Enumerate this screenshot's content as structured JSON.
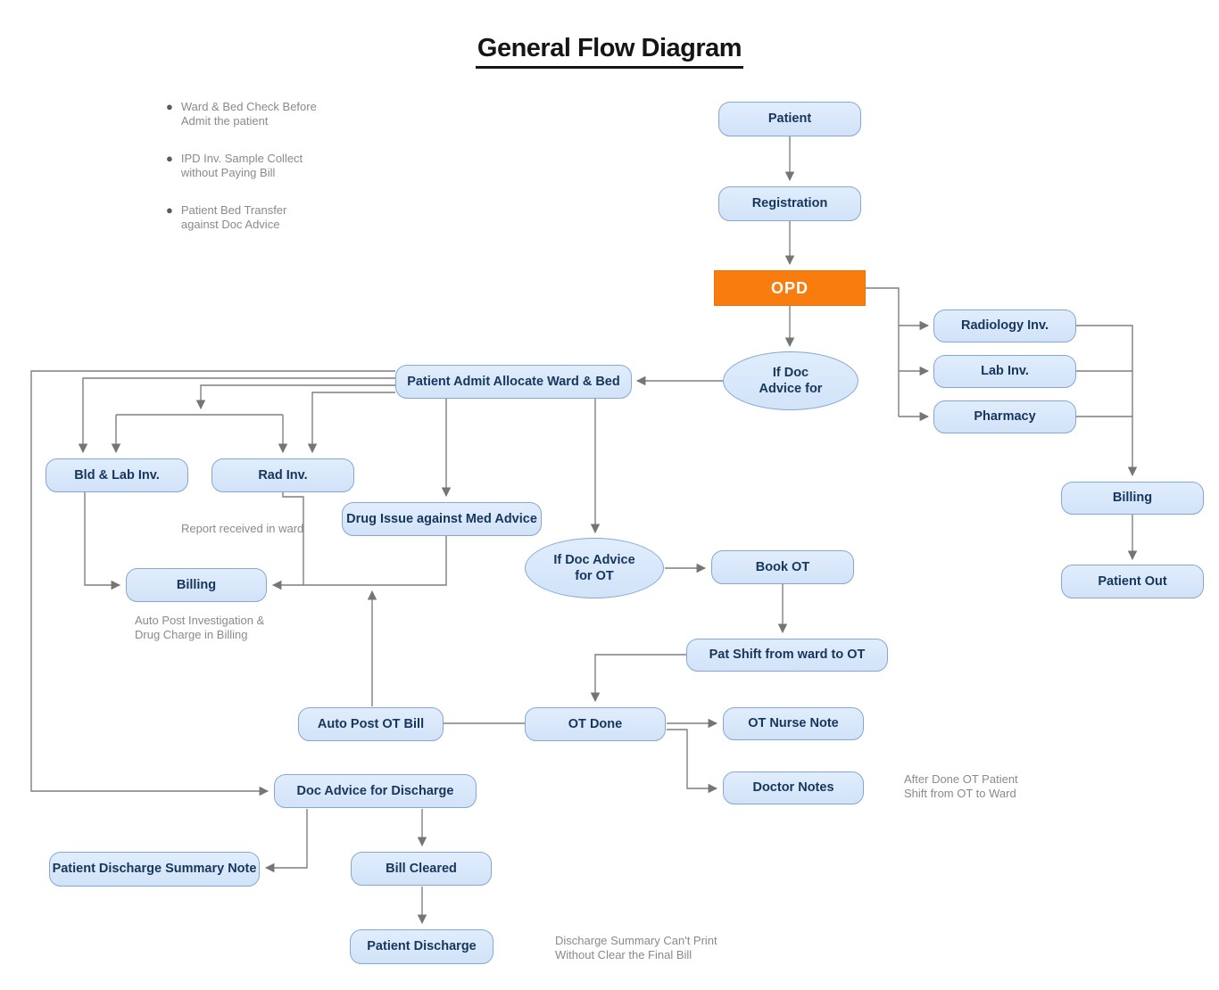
{
  "title": "General Flow Diagram",
  "bullets": [
    "Ward & Bed Check Before\nAdmit the patient",
    "IPD Inv. Sample Collect\nwithout Paying Bill",
    "Patient Bed Transfer\nagainst Doc Advice"
  ],
  "nodes": {
    "patient": "Patient",
    "registration": "Registration",
    "opd": "OPD",
    "if_doc_advice_for": "If Doc\nAdvice for",
    "radiology_inv": "Radiology Inv.",
    "lab_inv": "Lab Inv.",
    "pharmacy": "Pharmacy",
    "billing_right": "Billing",
    "patient_out": "Patient Out",
    "patient_admit": "Patient Admit Allocate Ward & Bed",
    "bld_lab_inv": "Bld & Lab Inv.",
    "rad_inv": "Rad Inv.",
    "drug_issue": "Drug Issue against Med Advice",
    "billing_left": "Billing",
    "if_doc_advice_for_ot": "If Doc Advice\nfor OT",
    "book_ot": "Book OT",
    "pat_shift": "Pat Shift from ward to OT",
    "auto_post_ot_bill": "Auto Post OT Bill",
    "ot_done": "OT Done",
    "ot_nurse_note": "OT Nurse Note",
    "doctor_notes": "Doctor Notes",
    "doc_advice_discharge": "Doc Advice for Discharge",
    "patient_discharge_summary_note": "Patient Discharge Summary Note",
    "bill_cleared": "Bill Cleared",
    "patient_discharge": "Patient Discharge"
  },
  "annotations": {
    "report_received": "Report received in ward",
    "auto_post_investigation": "Auto Post Investigation &\nDrug Charge in Billing",
    "after_done_ot": "After Done OT Patient\nShift from OT to Ward",
    "discharge_summary": "Discharge Summary Can't Print\nWithout Clear the Final Bill"
  },
  "colors": {
    "node_fill": "#d9e8fb",
    "node_border": "#84a7d6",
    "node_text": "#17365d",
    "opd_fill": "#f87c0e",
    "opd_text": "#ffffff",
    "connector": "#7f7f7f",
    "annotation_text": "#8a8a8a",
    "title_text": "#151515"
  }
}
